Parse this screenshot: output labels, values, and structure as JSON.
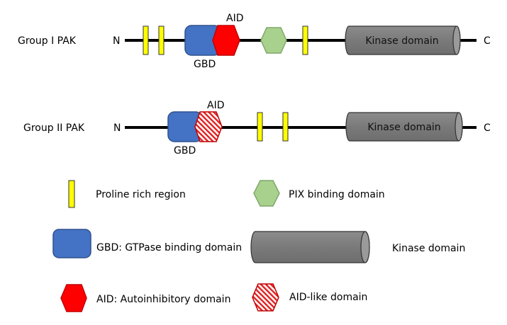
{
  "group1": {
    "label": "Group I PAK",
    "n": "N",
    "c": "C",
    "aid": "AID",
    "gbd": "GBD",
    "kinase": "Kinase domain"
  },
  "group2": {
    "label": "Group II PAK",
    "n": "N",
    "c": "C",
    "aid": "AID",
    "gbd": "GBD",
    "kinase": "Kinase domain"
  },
  "legend": {
    "proline": "Proline rich region",
    "pix": "PIX binding domain",
    "gbd": "GBD: GTPase binding domain",
    "kinase": "Kinase domain",
    "aid": "AID: Autoinhibitory domain",
    "aid_like": "AID-like domain"
  },
  "colors": {
    "proline": "#ffff00",
    "gbd": "#4472c4",
    "aid": "#ff0000",
    "pix": "#a9d18e",
    "kinase": "#808080",
    "aid_like_stripe": "#e02020"
  }
}
